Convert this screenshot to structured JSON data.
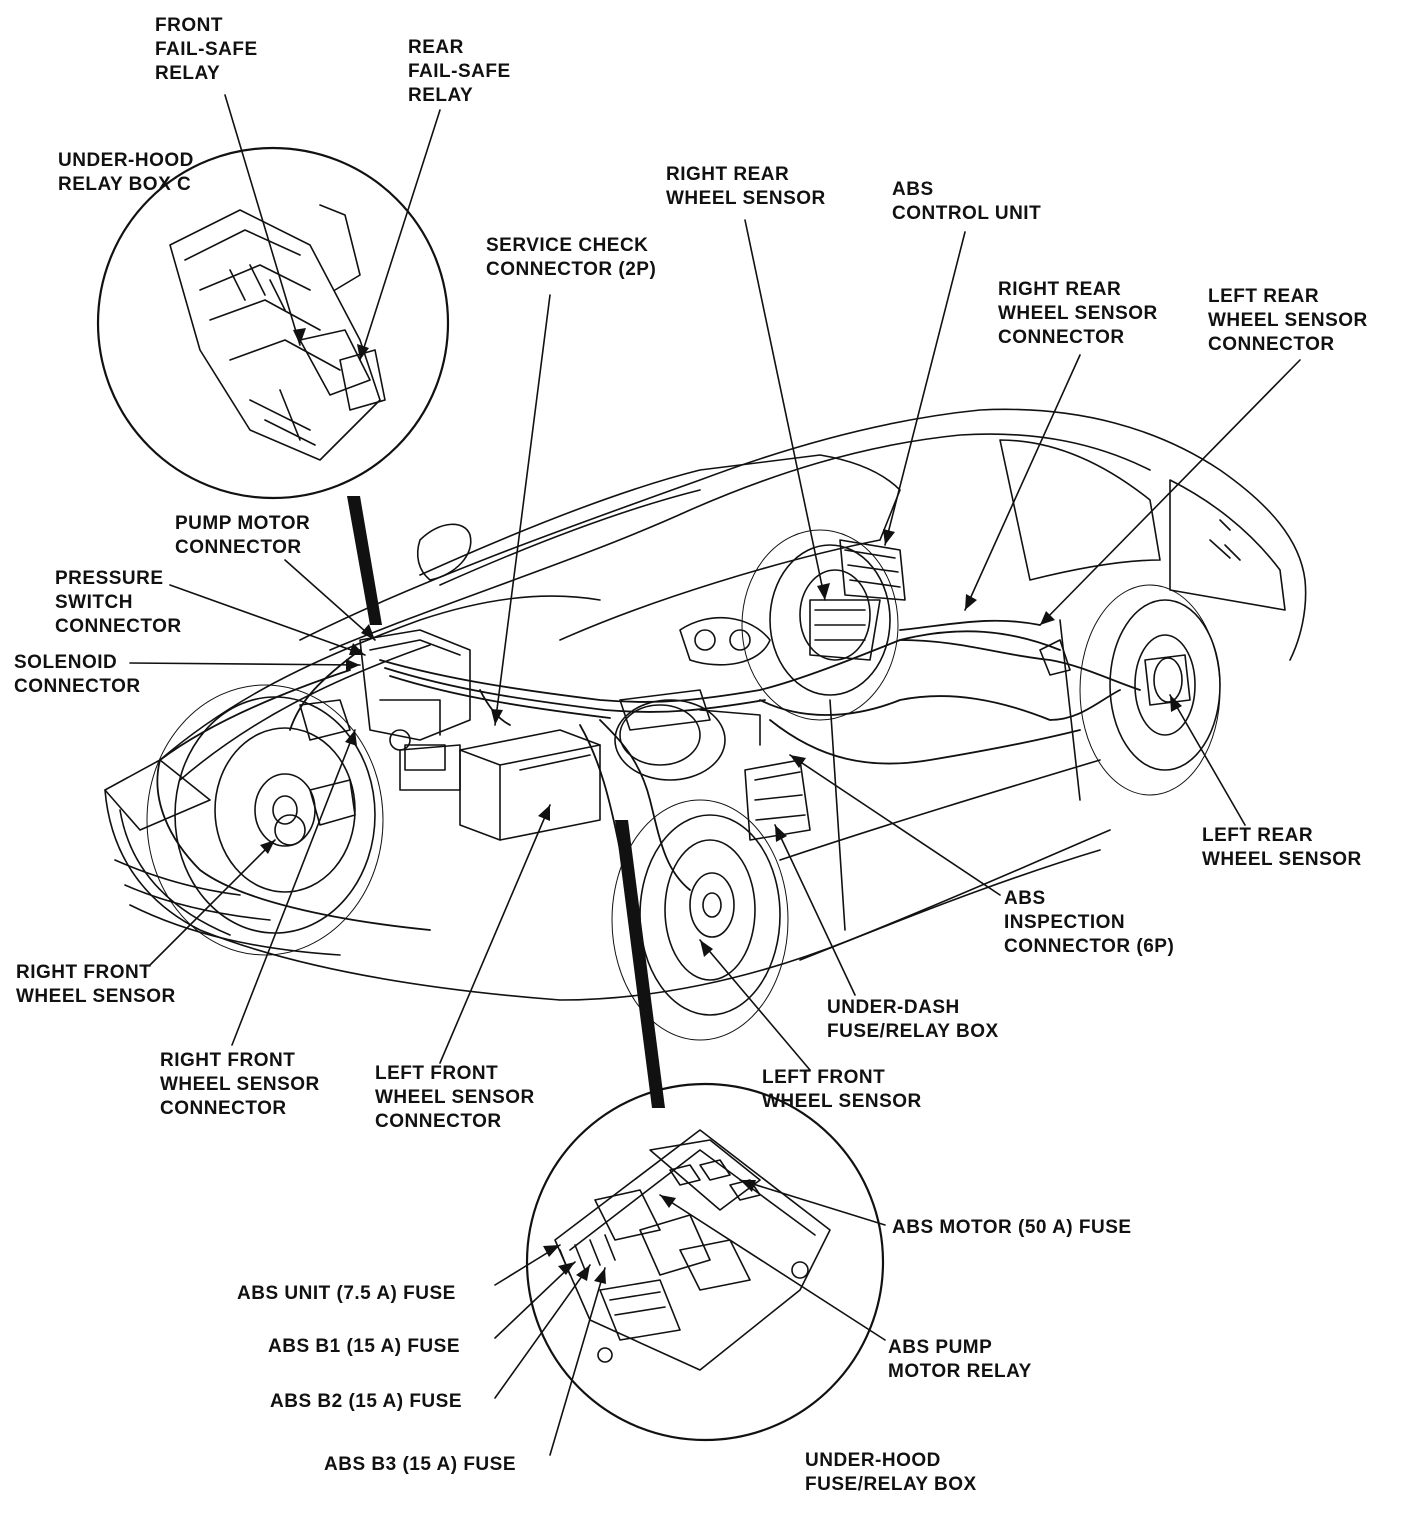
{
  "labels": {
    "front_failsafe_relay": [
      "FRONT",
      "FAIL-SAFE",
      "RELAY"
    ],
    "rear_failsafe_relay": [
      "REAR",
      "FAIL-SAFE",
      "RELAY"
    ],
    "underhood_relay_box_c": [
      "UNDER-HOOD",
      "RELAY BOX C"
    ],
    "service_check_connector": [
      "SERVICE CHECK",
      "CONNECTOR (2P)"
    ],
    "right_rear_wheel_sensor": [
      "RIGHT REAR",
      "WHEEL SENSOR"
    ],
    "abs_control_unit": [
      "ABS",
      "CONTROL UNIT"
    ],
    "right_rear_wheel_sensor_connector": [
      "RIGHT REAR",
      "WHEEL SENSOR",
      "CONNECTOR"
    ],
    "left_rear_wheel_sensor_connector": [
      "LEFT REAR",
      "WHEEL SENSOR",
      "CONNECTOR"
    ],
    "pump_motor_connector": [
      "PUMP MOTOR",
      "CONNECTOR"
    ],
    "pressure_switch_connector": [
      "PRESSURE",
      "SWITCH",
      "CONNECTOR"
    ],
    "solenoid_connector": [
      "SOLENOID",
      "CONNECTOR"
    ],
    "left_rear_wheel_sensor": [
      "LEFT REAR",
      "WHEEL SENSOR"
    ],
    "abs_inspection_connector": [
      "ABS",
      "INSPECTION",
      "CONNECTOR (6P)"
    ],
    "right_front_wheel_sensor": [
      "RIGHT FRONT",
      "WHEEL SENSOR"
    ],
    "right_front_wheel_sensor_connector": [
      "RIGHT FRONT",
      "WHEEL SENSOR",
      "CONNECTOR"
    ],
    "left_front_wheel_sensor_connector": [
      "LEFT FRONT",
      "WHEEL SENSOR",
      "CONNECTOR"
    ],
    "underdash_fuse_relay_box": [
      "UNDER-DASH",
      "FUSE/RELAY BOX"
    ],
    "left_front_wheel_sensor": [
      "LEFT FRONT",
      "WHEEL SENSOR"
    ],
    "abs_motor_fuse": [
      "ABS MOTOR (50 A) FUSE"
    ],
    "abs_unit_fuse": [
      "ABS UNIT (7.5 A) FUSE"
    ],
    "abs_b1_fuse": [
      "ABS B1 (15 A) FUSE"
    ],
    "abs_b2_fuse": [
      "ABS B2 (15 A) FUSE"
    ],
    "abs_b3_fuse": [
      "ABS B3 (15 A) FUSE"
    ],
    "abs_pump_motor_relay": [
      "ABS PUMP",
      "MOTOR RELAY"
    ],
    "underhood_fuse_relay_box": [
      "UNDER-HOOD",
      "FUSE/RELAY BOX"
    ]
  }
}
